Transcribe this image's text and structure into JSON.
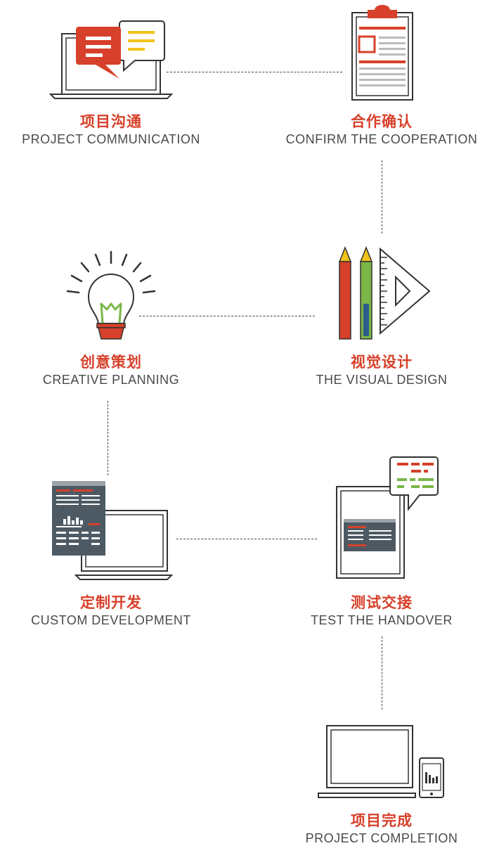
{
  "colors": {
    "accent_red": "#d7402a",
    "accent_yellow": "#f1c21b",
    "accent_green": "#7ab648",
    "dark_slate": "#4d5a63",
    "text_gray": "#4a4a4a"
  },
  "steps": [
    {
      "cn": "项目沟通",
      "en": "PROJECT COMMUNICATION",
      "icon": "laptop-chat-icon"
    },
    {
      "cn": "合作确认",
      "en": "CONFIRM THE COOPERATION",
      "icon": "clipboard-icon"
    },
    {
      "cn": "创意策划",
      "en": "CREATIVE PLANNING",
      "icon": "lightbulb-icon"
    },
    {
      "cn": "视觉设计",
      "en": "THE VISUAL DESIGN",
      "icon": "pencils-ruler-icon"
    },
    {
      "cn": "定制开发",
      "en": "CUSTOM DEVELOPMENT",
      "icon": "monitor-code-icon"
    },
    {
      "cn": "测试交接",
      "en": "TEST THE HANDOVER",
      "icon": "tablet-review-icon"
    },
    {
      "cn": "项目完成",
      "en": "PROJECT COMPLETION",
      "icon": "devices-icon"
    }
  ]
}
